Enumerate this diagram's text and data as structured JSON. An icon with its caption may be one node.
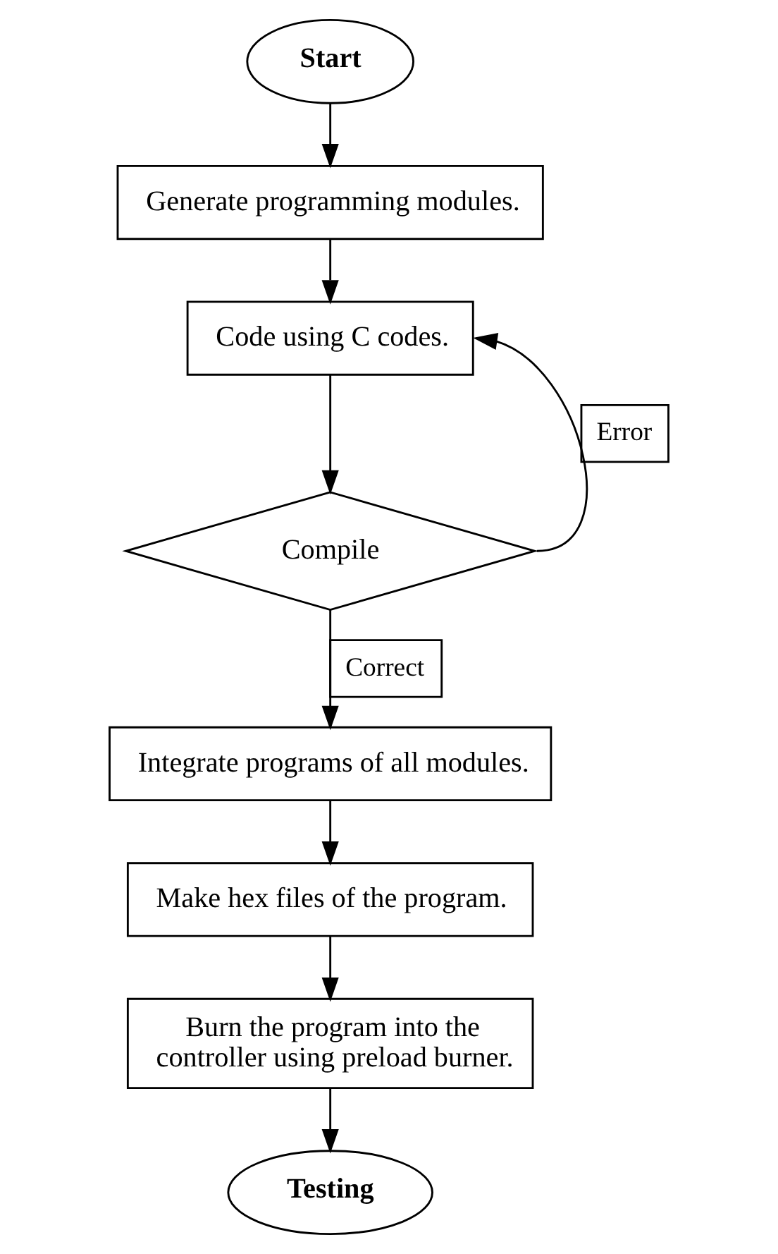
{
  "diagram": {
    "nodes": [
      {
        "text": [
          "Start"
        ]
      },
      {
        "text": [
          "Generate programming modules."
        ]
      },
      {
        "text": [
          "Code using C codes."
        ]
      },
      {
        "text": [
          "Compile"
        ]
      },
      {
        "text": [
          "Integrate programs of all modules."
        ]
      },
      {
        "text": [
          "Make hex files of the program."
        ]
      },
      {
        "text": [
          "Burn the program into the controller using preload burner."
        ]
      },
      {
        "text": [
          "Testing"
        ]
      }
    ],
    "edges": [
      {
        "from": 0,
        "to": 1,
        "arrow": "to"
      },
      {
        "from": 1,
        "to": 2,
        "arrow": "to"
      },
      {
        "from": 2,
        "to": 3,
        "arrow": "to"
      },
      {
        "from": 3,
        "to": 2,
        "arrow": "to",
        "label": "Error"
      },
      {
        "from": 3,
        "to": 4,
        "arrow": "to",
        "label": "Correct"
      },
      {
        "from": 4,
        "to": 5,
        "arrow": "to"
      },
      {
        "from": 5,
        "to": 6,
        "arrow": "to"
      },
      {
        "from": 6,
        "to": 7,
        "arrow": "to"
      }
    ]
  }
}
